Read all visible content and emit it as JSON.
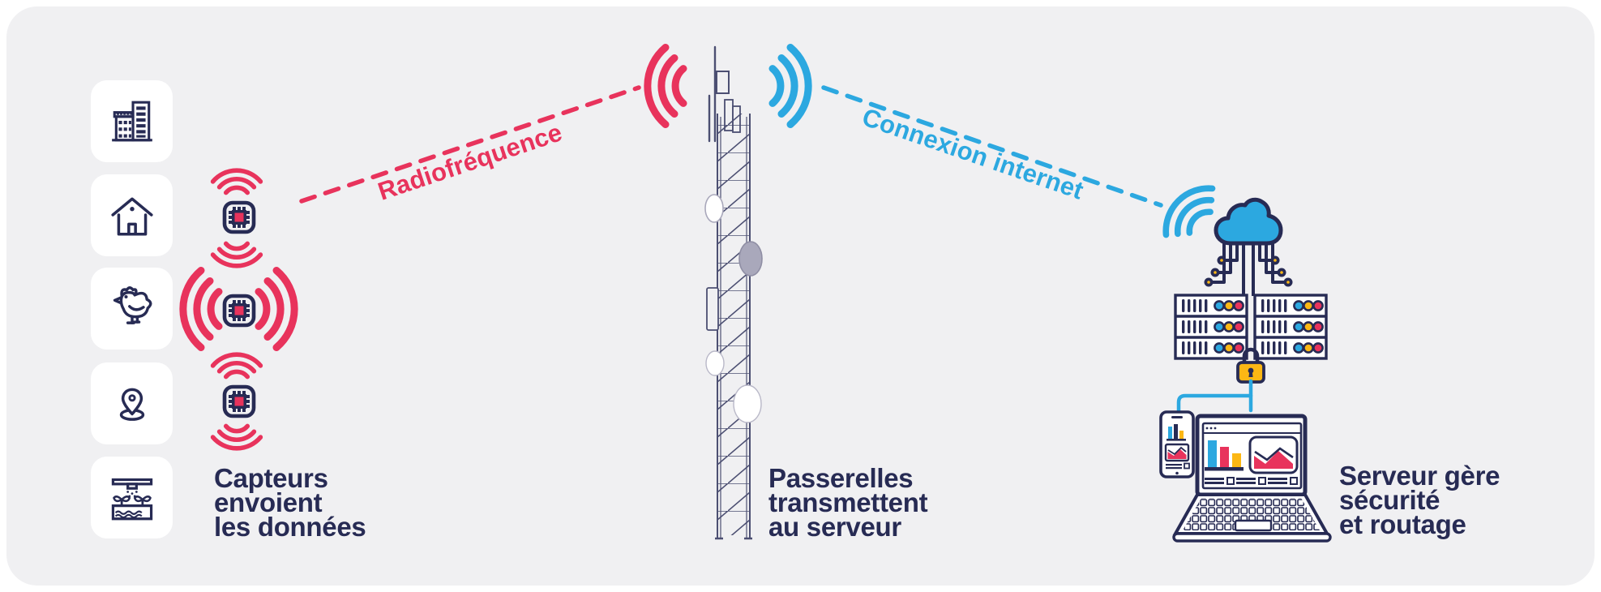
{
  "palette": {
    "navy": "#272b54",
    "pink": "#e8335c",
    "blue": "#2ca8e0",
    "yellow": "#fcb714",
    "panel_bg": "#f0f0f2",
    "white": "#ffffff",
    "dish_gray": "#a9a8bb"
  },
  "left": {
    "icon_cards": [
      {
        "name": "buildings-icon"
      },
      {
        "name": "house-icon"
      },
      {
        "name": "chicken-icon"
      },
      {
        "name": "location-pin-icon"
      },
      {
        "name": "irrigation-icon"
      }
    ],
    "caption": [
      "Capteurs",
      "envoient",
      "les données"
    ]
  },
  "links": {
    "radio_label": "Radiofréquence",
    "internet_label": "Connexion internet"
  },
  "middle": {
    "caption": [
      "Passerelles",
      "transmettent",
      "au serveur"
    ]
  },
  "right": {
    "caption": [
      "Serveur gère",
      "sécurité",
      "et routage"
    ]
  }
}
